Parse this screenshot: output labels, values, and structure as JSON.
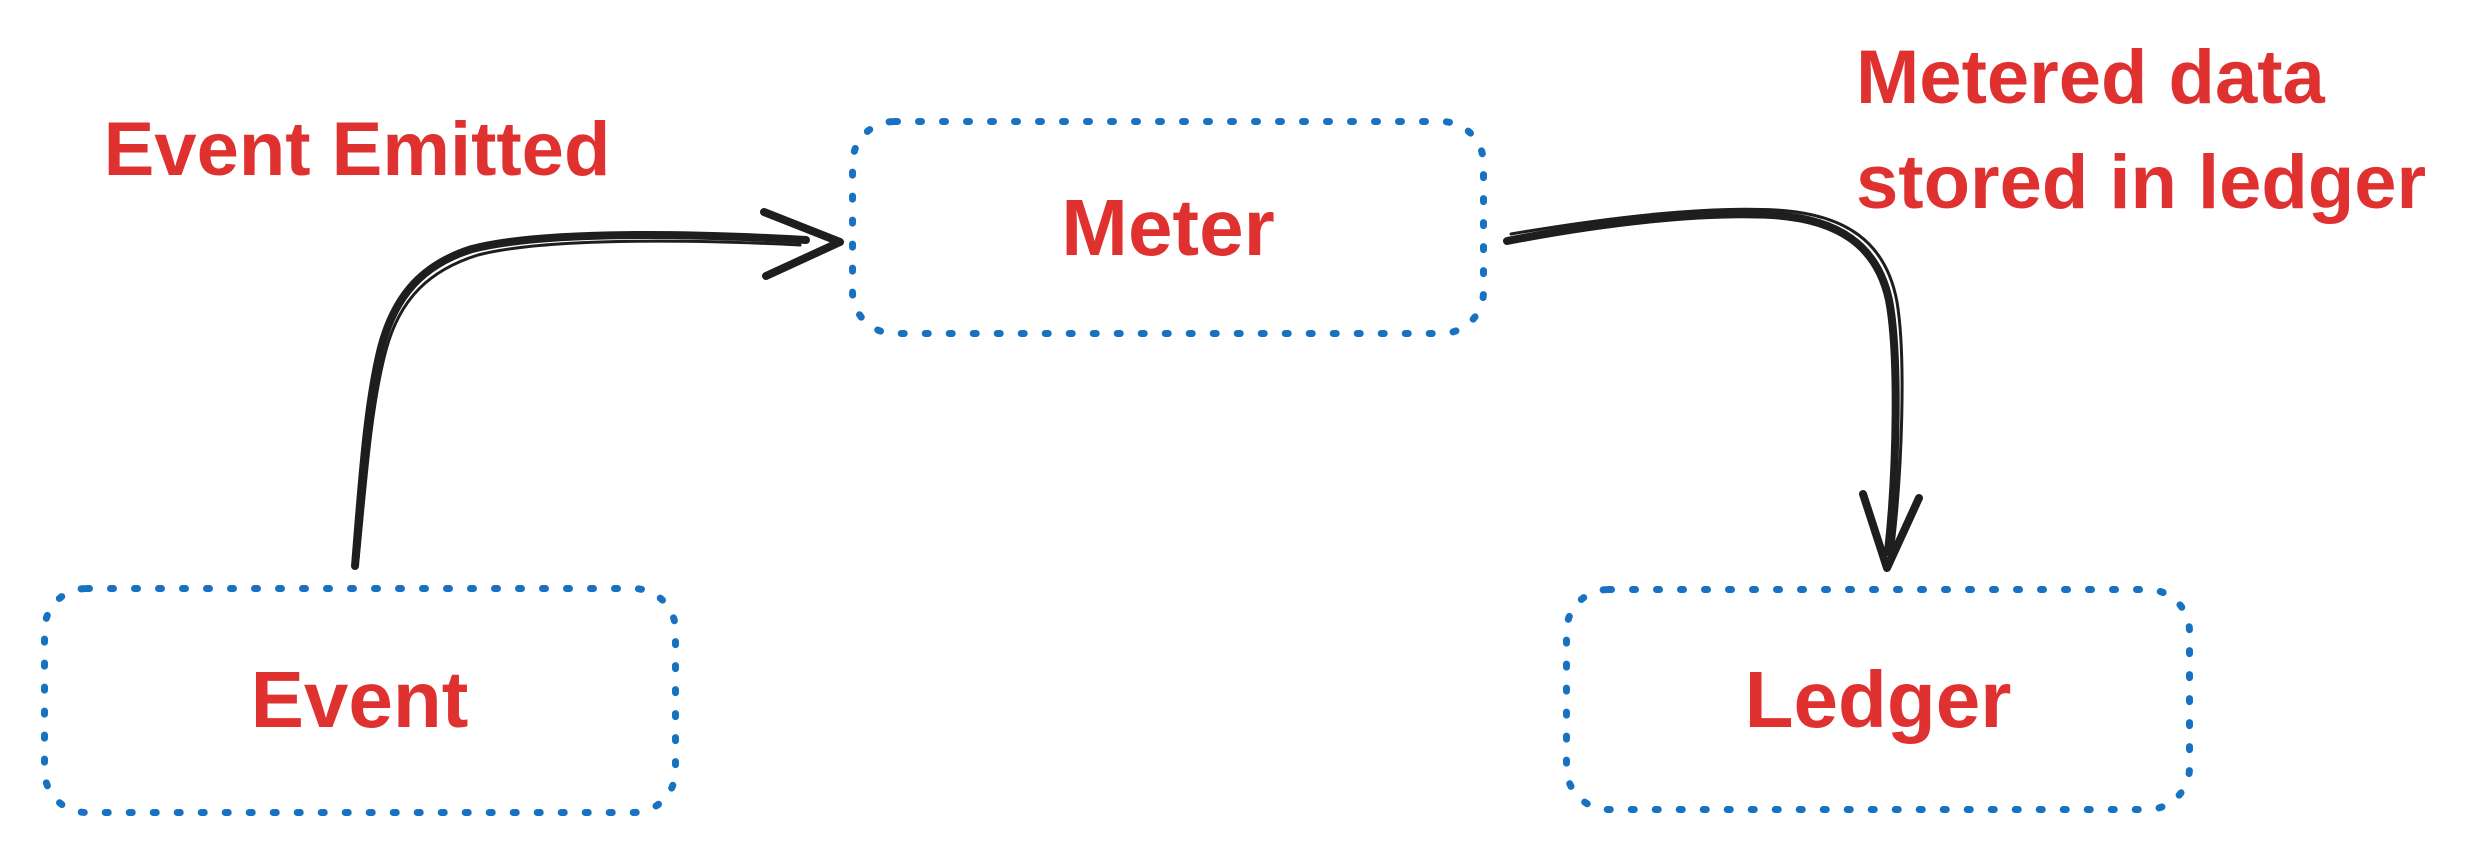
{
  "diagram": {
    "nodes": [
      {
        "id": "event",
        "label": "Event"
      },
      {
        "id": "meter",
        "label": "Meter"
      },
      {
        "id": "ledger",
        "label": "Ledger"
      }
    ],
    "edges": [
      {
        "id": "event-to-meter",
        "from": "event",
        "to": "meter",
        "label": "Event Emitted"
      },
      {
        "id": "meter-to-ledger",
        "from": "meter",
        "to": "ledger",
        "label": "Metered data stored in ledger"
      }
    ],
    "style": {
      "background": "#ffffff",
      "node_border_color": "#1971c2",
      "node_border_style": "dotted",
      "node_fill": "none",
      "label_color": "#e03131",
      "arrow_color": "#1e1e1e"
    }
  }
}
